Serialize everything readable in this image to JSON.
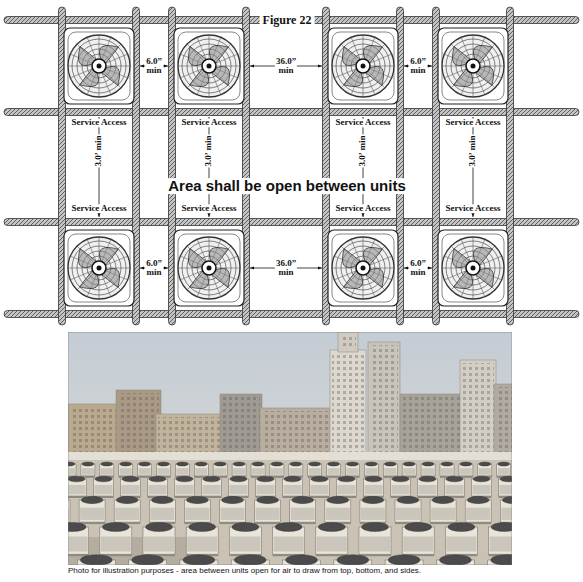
{
  "diagram": {
    "title": "Figure 22",
    "caption": "Photo for illustration purposes - area between units open for air to draw from top, bottom, and sides.",
    "labels": [
      "6.0” min",
      "36.0” min",
      "6.0” min",
      "Service Access",
      "Service Access",
      "Service Access",
      "Service Access",
      "3.0’ min",
      "3.0’ min",
      "3.0’ min",
      "3.0’ min",
      "Area shall be open between units",
      "Service Access",
      "Service Access",
      "Service Access",
      "Service Access",
      "6.0” min",
      "36.0” min",
      "6.0” min"
    ]
  }
}
